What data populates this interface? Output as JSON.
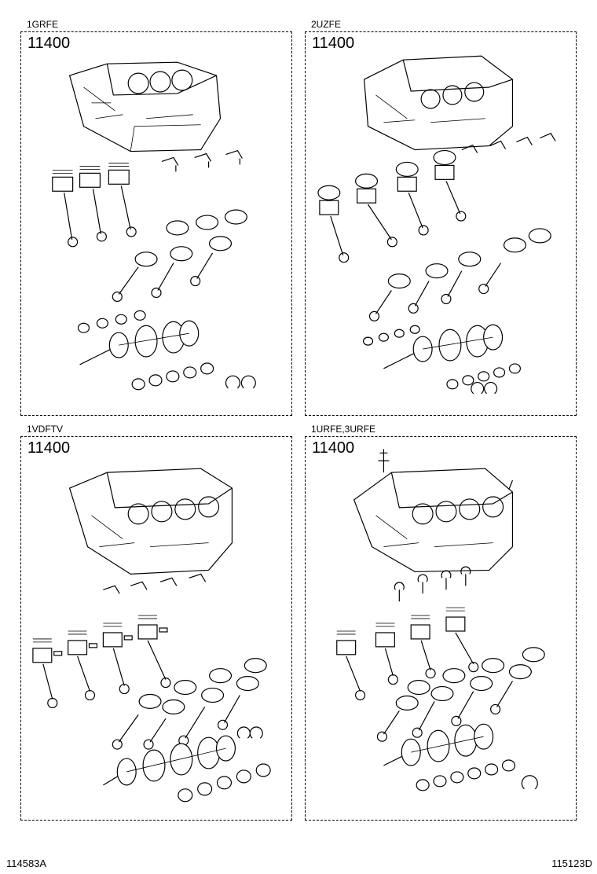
{
  "panels": [
    {
      "engine": "1GRFE",
      "part_no": "11400"
    },
    {
      "engine": "2UZFE",
      "part_no": "11400"
    },
    {
      "engine": "1VDFTV",
      "part_no": "11400"
    },
    {
      "engine": "1URFE,3URFE",
      "part_no": "11400"
    }
  ],
  "footer": {
    "left_id": "114583A",
    "right_id": "115123D"
  }
}
